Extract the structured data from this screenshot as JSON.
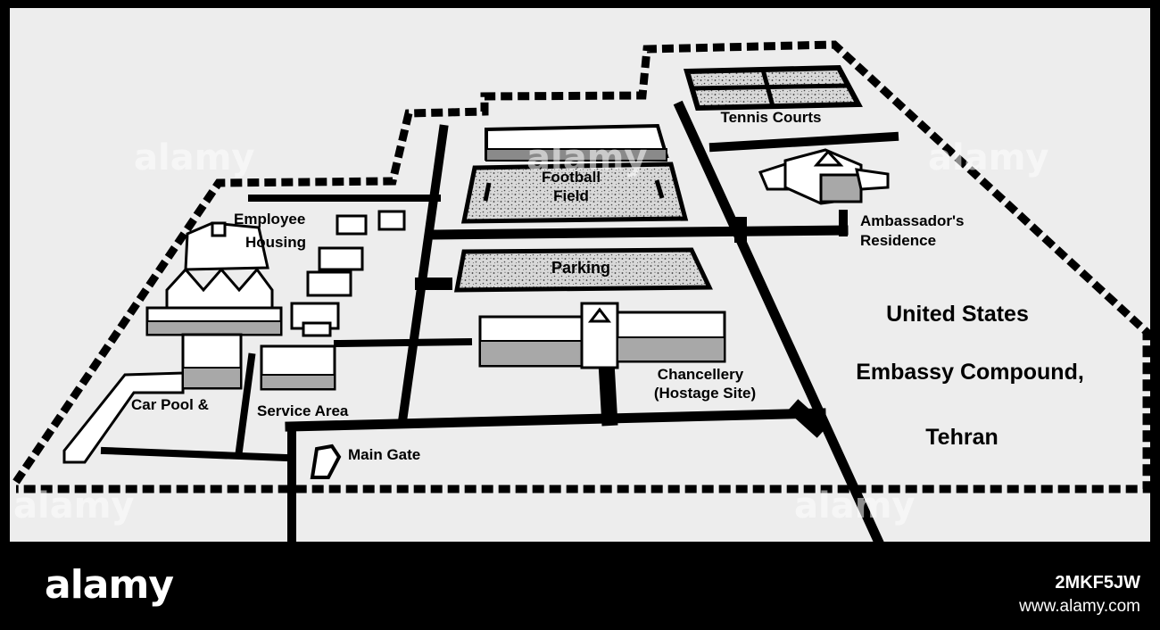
{
  "map": {
    "labels": {
      "tennis_courts": "Tennis Courts",
      "football_field_1": "Football",
      "football_field_2": "Field",
      "employee_housing_1": "Employee",
      "employee_housing_2": "Housing",
      "ambassadors_residence_1": "Ambassador's",
      "ambassadors_residence_2": "Residence",
      "parking": "Parking",
      "chancellery_1": "Chancellery",
      "chancellery_2": "(Hostage Site)",
      "car_pool": "Car Pool &",
      "service_area": "Service Area",
      "main_gate": "Main Gate"
    },
    "title_lines": [
      "United States",
      "Embassy Compound,",
      "Tehran"
    ],
    "watermark": "alamy",
    "colors": {
      "paper": "#ededed",
      "ink": "#000000",
      "field_fill": "#c9c9c9",
      "building_side": "#9a9a9a"
    }
  },
  "footer": {
    "brand": "alamy",
    "image_id": "2MKF5JW",
    "url": "www.alamy.com"
  }
}
